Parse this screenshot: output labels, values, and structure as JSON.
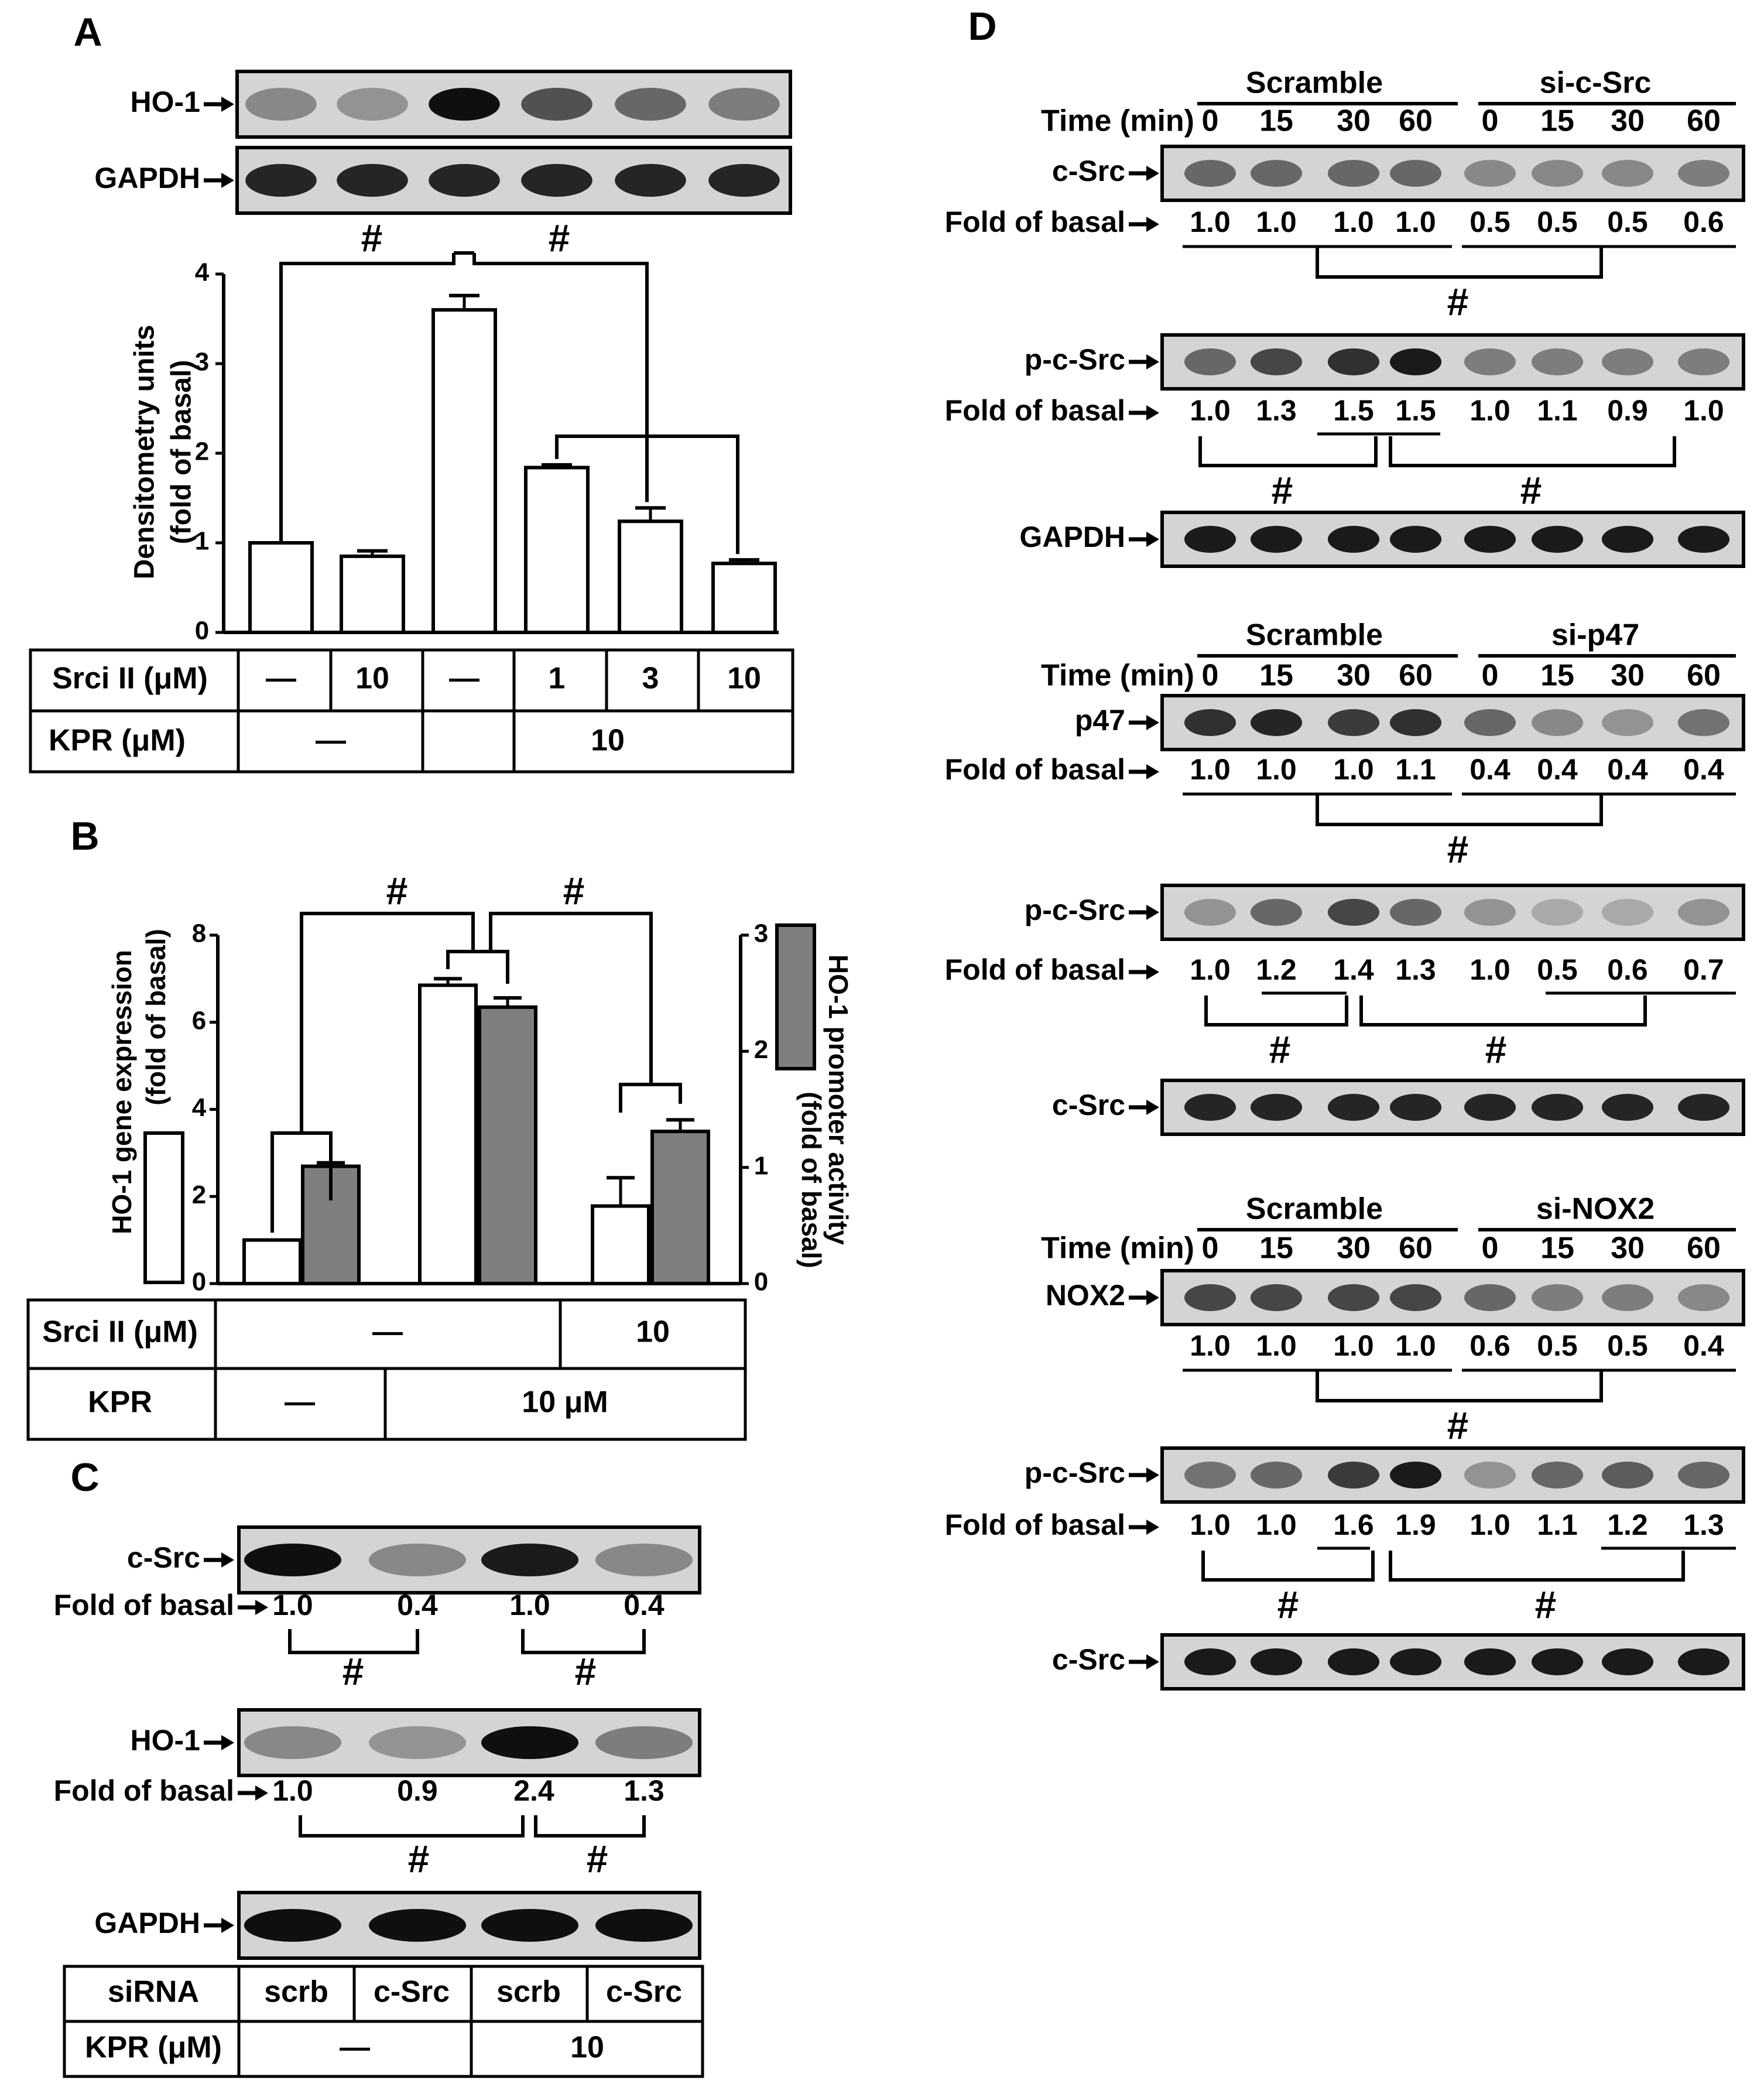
{
  "panel_letters": [
    "A",
    "B",
    "C",
    "D"
  ],
  "panel_a": {
    "blot_labels": [
      "HO-1",
      "GAPDH"
    ],
    "band_intensity": {
      "HO-1": [
        0.45,
        0.4,
        1.0,
        0.7,
        0.6,
        0.5
      ],
      "GAPDH": [
        0.9,
        0.9,
        0.9,
        0.9,
        0.9,
        0.9
      ]
    },
    "sig": "#",
    "table": {
      "row1_label": "Srci II (μM)",
      "row1": [
        "—",
        "10",
        "—",
        "1",
        "3",
        "10"
      ],
      "row2_label": "KPR (μM)",
      "row2": [
        "—",
        "10"
      ]
    }
  },
  "panel_b": {
    "legend_white": "HO-1 gene expression (fold of basal)",
    "legend_gray": "HO-1 promoter activity (fold of basal)",
    "sig": "#",
    "table": {
      "row1_label": "Srci II (μM)",
      "row1": [
        "—",
        "10"
      ],
      "row2_label": "KPR",
      "row2": [
        "—",
        "10 μM"
      ]
    }
  },
  "panel_c": {
    "blot1_label": "c-Src",
    "blot1_intensity": [
      1.0,
      0.45,
      0.95,
      0.45
    ],
    "blot1_fold_label": "Fold of basal",
    "blot1_fold": [
      "1.0",
      "0.4",
      "1.0",
      "0.4"
    ],
    "blot2_label": "HO-1",
    "blot2_intensity": [
      0.45,
      0.4,
      1.0,
      0.5
    ],
    "blot2_fold_label": "Fold of basal",
    "blot2_fold": [
      "1.0",
      "0.9",
      "2.4",
      "1.3"
    ],
    "blot3_label": "GAPDH",
    "blot3_intensity": [
      1.0,
      1.0,
      1.0,
      1.0
    ],
    "sig": "#",
    "table": {
      "row1_label": "siRNA",
      "row1": [
        "scrb",
        "c-Src",
        "scrb",
        "c-Src"
      ],
      "row2_label": "KPR (μM)",
      "row2": [
        "—",
        "10"
      ]
    }
  },
  "panel_d": {
    "sig": "#",
    "group1": {
      "scramble": "Scramble",
      "si": "si-c-Src",
      "time_label": "Time (min)",
      "times": [
        "0",
        "15",
        "30",
        "60",
        "0",
        "15",
        "30",
        "60"
      ],
      "blotA_label": "c-Src",
      "blotA_intensity": [
        0.6,
        0.6,
        0.6,
        0.6,
        0.45,
        0.45,
        0.45,
        0.5
      ],
      "foldA_label": "Fold of basal",
      "foldA": [
        "1.0",
        "1.0",
        "1.0",
        "1.0",
        "0.5",
        "0.5",
        "0.5",
        "0.6"
      ],
      "blotB_label": "p-c-Src",
      "blotB_intensity": [
        0.6,
        0.75,
        0.85,
        0.95,
        0.5,
        0.5,
        0.5,
        0.5
      ],
      "foldB_label": "Fold of basal",
      "foldB": [
        "1.0",
        "1.3",
        "1.5",
        "1.5",
        "1.0",
        "1.1",
        "0.9",
        "1.0"
      ],
      "blotC_label": "GAPDH",
      "blotC_intensity": [
        0.95,
        0.95,
        0.95,
        0.95,
        0.95,
        0.95,
        0.95,
        0.95
      ]
    },
    "group2": {
      "scramble": "Scramble",
      "si": "si-p47",
      "time_label": "Time (min)",
      "times": [
        "0",
        "15",
        "30",
        "60",
        "0",
        "15",
        "30",
        "60"
      ],
      "blotA_label": "p47",
      "blotA_intensity": [
        0.85,
        0.9,
        0.8,
        0.85,
        0.6,
        0.45,
        0.4,
        0.55
      ],
      "foldA_label": "Fold of basal",
      "foldA": [
        "1.0",
        "1.0",
        "1.0",
        "1.1",
        "0.4",
        "0.4",
        "0.4",
        "0.4"
      ],
      "blotB_label": "p-c-Src",
      "blotB_intensity": [
        0.4,
        0.6,
        0.75,
        0.6,
        0.4,
        0.3,
        0.3,
        0.4
      ],
      "foldB_label": "Fold of basal",
      "foldB": [
        "1.0",
        "1.2",
        "1.4",
        "1.3",
        "1.0",
        "0.5",
        "0.6",
        "0.7"
      ],
      "blotC_label": "c-Src",
      "blotC_intensity": [
        0.9,
        0.9,
        0.9,
        0.9,
        0.9,
        0.9,
        0.9,
        0.9
      ]
    },
    "group3": {
      "scramble": "Scramble",
      "si": "si-NOX2",
      "time_label": "Time (min)",
      "times": [
        "0",
        "15",
        "30",
        "60",
        "0",
        "15",
        "30",
        "60"
      ],
      "blotA_label": "NOX2",
      "blotA_intensity": [
        0.75,
        0.75,
        0.75,
        0.75,
        0.6,
        0.5,
        0.5,
        0.45
      ],
      "foldA_label": "",
      "foldA": [
        "1.0",
        "1.0",
        "1.0",
        "1.0",
        "0.6",
        "0.5",
        "0.5",
        "0.4"
      ],
      "blotB_label": "p-c-Src",
      "blotB_intensity": [
        0.55,
        0.6,
        0.8,
        0.95,
        0.4,
        0.6,
        0.65,
        0.6
      ],
      "foldB_label": "Fold of basal",
      "foldB": [
        "1.0",
        "1.0",
        "1.6",
        "1.9",
        "1.0",
        "1.1",
        "1.2",
        "1.3"
      ],
      "blotC_label": "c-Src",
      "blotC_intensity": [
        0.95,
        0.95,
        0.95,
        0.95,
        0.95,
        0.95,
        0.95,
        0.95
      ]
    }
  },
  "chart_data": [
    {
      "type": "bar",
      "panel": "A",
      "ylabel": "Densitometry units (fold of basal)",
      "ylim": [
        0,
        4
      ],
      "yticks": [
        "0",
        "1",
        "2",
        "3",
        "4"
      ],
      "values": [
        1.0,
        0.85,
        3.6,
        1.84,
        1.24,
        0.77
      ],
      "errors": [
        0.0,
        0.06,
        0.16,
        0.03,
        0.15,
        0.04
      ]
    },
    {
      "type": "bar",
      "panel": "B",
      "ylabel_left": "HO-1 gene expression (fold of basal)",
      "ylabel_right": "HO-1 promoter activity (fold of basal)",
      "ylim_left": [
        0,
        8
      ],
      "ylim_right": [
        0,
        3
      ],
      "yticks_left": [
        "0",
        "2",
        "4",
        "6",
        "8"
      ],
      "yticks_right": [
        "0",
        "1",
        "2",
        "3"
      ],
      "series": [
        {
          "name": "HO-1 gene expression (fold of basal)",
          "axis": "left",
          "values": [
            1.0,
            6.85,
            1.78
          ],
          "errors": [
            0.0,
            0.15,
            0.65
          ]
        },
        {
          "name": "HO-1 promoter activity (fold of basal)",
          "axis": "right",
          "values": [
            1.01,
            2.38,
            1.31
          ],
          "errors": [
            0.03,
            0.08,
            0.1
          ]
        }
      ]
    }
  ]
}
